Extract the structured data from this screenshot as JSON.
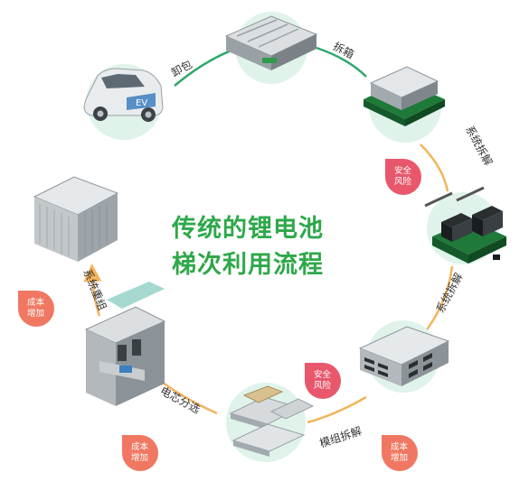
{
  "title": {
    "line1": "传统的锂电池",
    "line2": "梯次利用流程"
  },
  "steps": [
    {
      "id": "unload",
      "label": "卸包"
    },
    {
      "id": "unbox",
      "label": "拆箱"
    },
    {
      "id": "sys-dismantle-1",
      "label": "系统拆解"
    },
    {
      "id": "sys-dismantle-2",
      "label": "系统拆解"
    },
    {
      "id": "module-dismantle",
      "label": "模组拆解"
    },
    {
      "id": "cell-sort",
      "label": "电芯分选"
    },
    {
      "id": "regroup",
      "label": "系统重组"
    }
  ],
  "tags": [
    {
      "id": "risk-1",
      "line1": "安全",
      "line2": "风险",
      "color": "#e8576b"
    },
    {
      "id": "risk-2",
      "line1": "安全",
      "line2": "风险",
      "color": "#e8576b"
    },
    {
      "id": "cost-1",
      "line1": "成本",
      "line2": "增加",
      "color": "#f07862"
    },
    {
      "id": "cost-2",
      "line1": "成本",
      "line2": "增加",
      "color": "#f07862"
    },
    {
      "id": "cost-3",
      "line1": "成本",
      "line2": "增加",
      "color": "#f07862"
    }
  ],
  "ev_badge": "EV",
  "colors": {
    "green_line": "#2fa86b",
    "orange_line": "#f3b45c",
    "accent_green": "#2ea84a",
    "bubble": "#dff3ea"
  }
}
